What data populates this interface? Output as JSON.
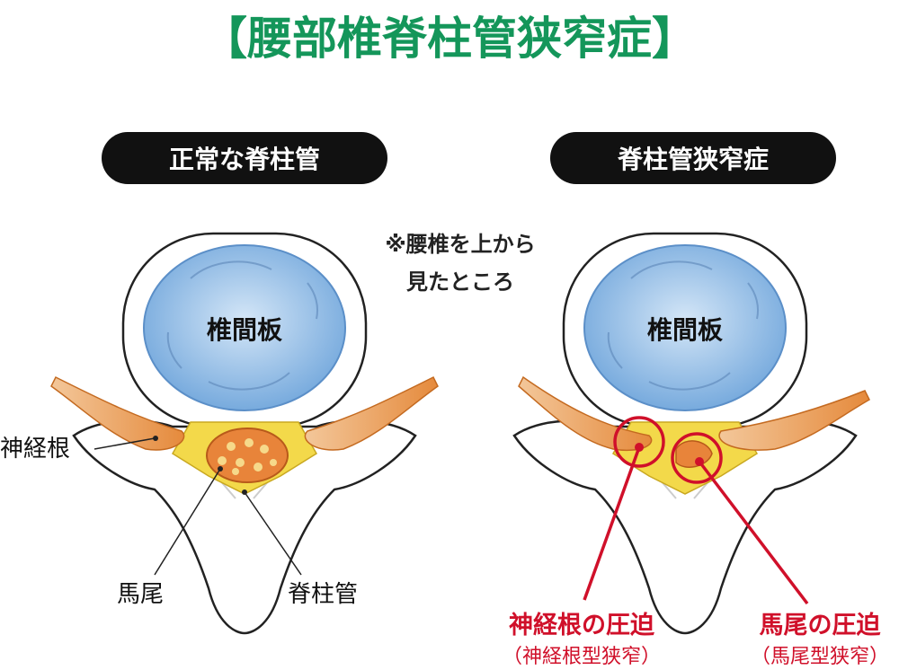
{
  "title": "【腰部椎脊柱管狭窄症】",
  "left": {
    "heading": "正常な脊柱管",
    "disc": "椎間板",
    "labels": {
      "nerve_root": "神経根",
      "cauda": "馬尾",
      "canal": "脊柱管"
    }
  },
  "note": {
    "line1": "※腰椎を上から",
    "line2": "見たところ"
  },
  "right": {
    "heading": "脊柱管狭窄症",
    "disc": "椎間板",
    "callouts": [
      {
        "title": "神経根の圧迫",
        "sub": "（神経根型狭窄）"
      },
      {
        "title": "馬尾の圧迫",
        "sub": "（馬尾型狭窄）"
      }
    ]
  },
  "colors": {
    "title": "#14965a",
    "accent_red": "#d0102a",
    "disc_blue": "#7fb2e0",
    "nerve_orange": "#e9a060",
    "canal_yellow": "#f3d94a"
  }
}
